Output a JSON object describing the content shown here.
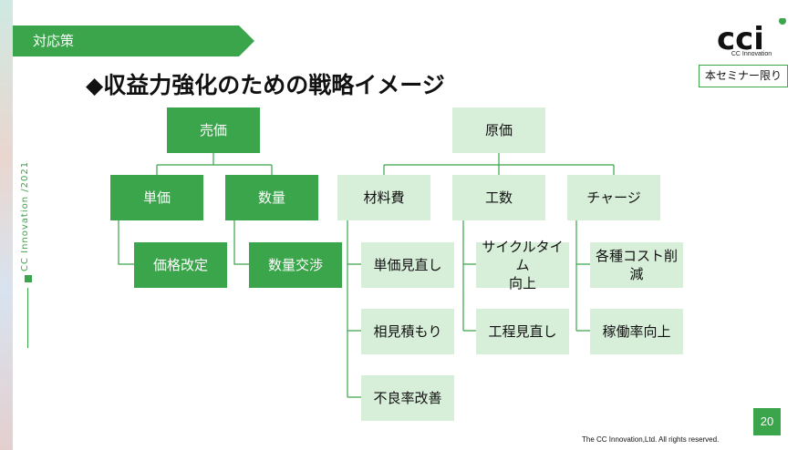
{
  "header": {
    "section_label": "対応策",
    "title": "◆収益力強化のための戦略イメージ",
    "seminar_badge": "本セミナー限り"
  },
  "logo": {
    "text": "cci",
    "caption": "CC Innovation"
  },
  "side_label": "CC Innovation /2021",
  "colors": {
    "accent_green": "#3aa54a",
    "light_green": "#d7eed9"
  },
  "diagram": {
    "price": {
      "root": "売価",
      "unit_price": "単価",
      "quantity": "数量",
      "price_revision": "価格改定",
      "quantity_negotiation": "数量交渉"
    },
    "cost": {
      "root": "原価",
      "materials": "材料費",
      "labor_hours": "工数",
      "charge": "チャージ",
      "materials_items": [
        "単価見直し",
        "相見積もり",
        "不良率改善"
      ],
      "labor_items": [
        "サイクルタイム\n向上",
        "工程見直し"
      ],
      "charge_items": [
        "各種コスト削減",
        "稼働率向上"
      ]
    }
  },
  "footer": {
    "page_number": "20",
    "copyright": "The CC Innovation,Ltd. All rights reserved."
  }
}
